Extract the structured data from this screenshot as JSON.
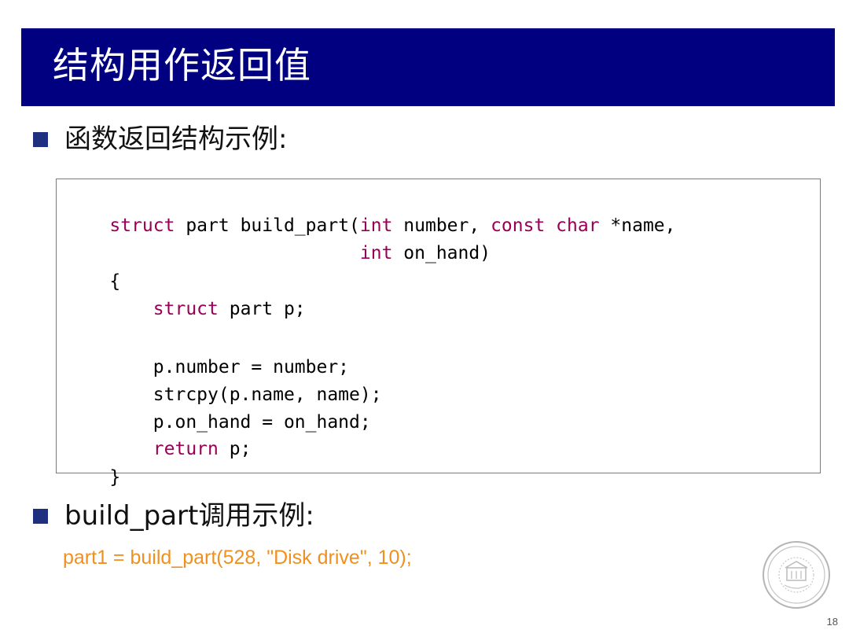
{
  "slide": {
    "title": "结构用作返回值",
    "bullet1": "函数返回结构示例:",
    "bullet2": "build_part调用示例:",
    "example": "part1 = build_part(528, \"Disk drive\", 10);",
    "page_number": "18"
  },
  "code": {
    "l0": [
      "struct",
      " part build_part(",
      "int",
      " number, ",
      "const",
      " ",
      "char",
      " *name,"
    ],
    "l1": [
      "                       ",
      "int",
      " on_hand)"
    ],
    "l2": [
      "{"
    ],
    "l3": [
      "    ",
      "struct",
      " part p;"
    ],
    "l4": [
      ""
    ],
    "l5": [
      "    p.number = number;"
    ],
    "l6": [
      "    strcpy(p.name, name);"
    ],
    "l7": [
      "    p.on_hand = on_hand;"
    ],
    "l8": [
      "    ",
      "return",
      " p;"
    ],
    "l9": [
      "}"
    ]
  },
  "colors": {
    "title_bar": "#000080",
    "keyword": "#990055",
    "example_text": "#f0901e"
  },
  "logo_icon": "university-seal-icon"
}
